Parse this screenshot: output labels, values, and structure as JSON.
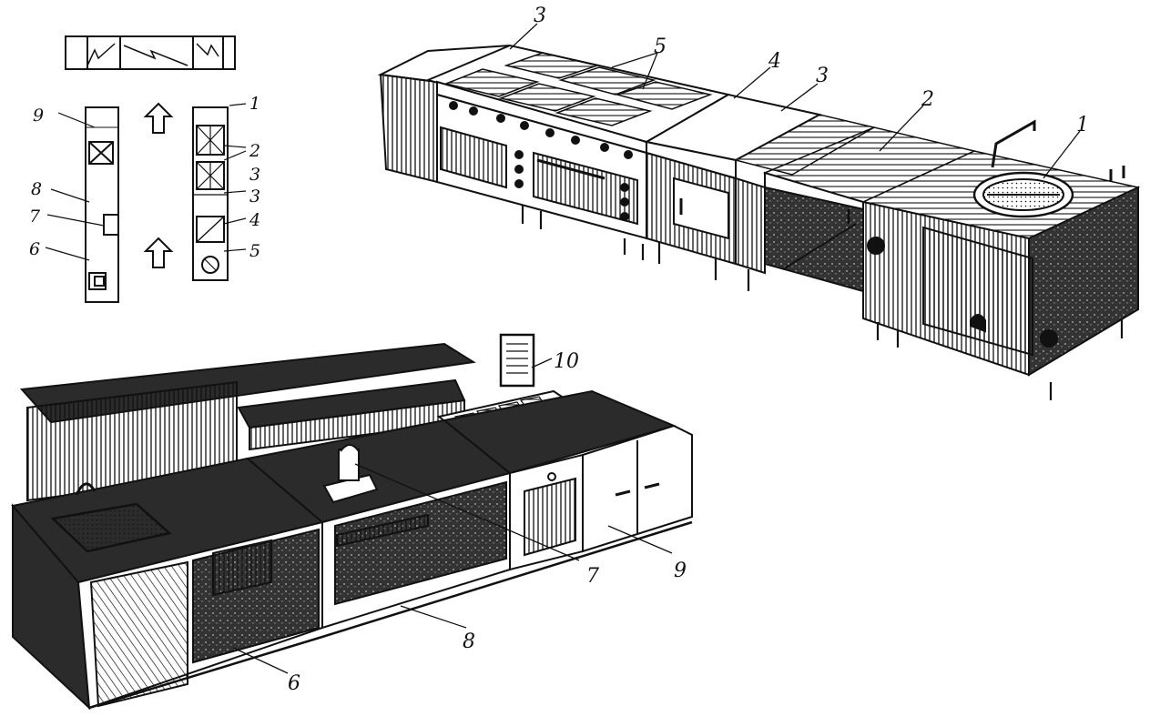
{
  "colors": {
    "ink": "#111111",
    "paper": "#ffffff",
    "dark_top": "#2b2b2b"
  },
  "plan": {
    "left_labels": [
      "9",
      "8",
      "7",
      "6"
    ],
    "right_labels": [
      "1",
      "2",
      "3",
      "3",
      "4",
      "5"
    ]
  },
  "cooking_line": {
    "labels": [
      "3",
      "5",
      "4",
      "3",
      "2",
      "1"
    ]
  },
  "serving_line": {
    "labels": [
      "10",
      "7",
      "9",
      "8",
      "6"
    ]
  }
}
